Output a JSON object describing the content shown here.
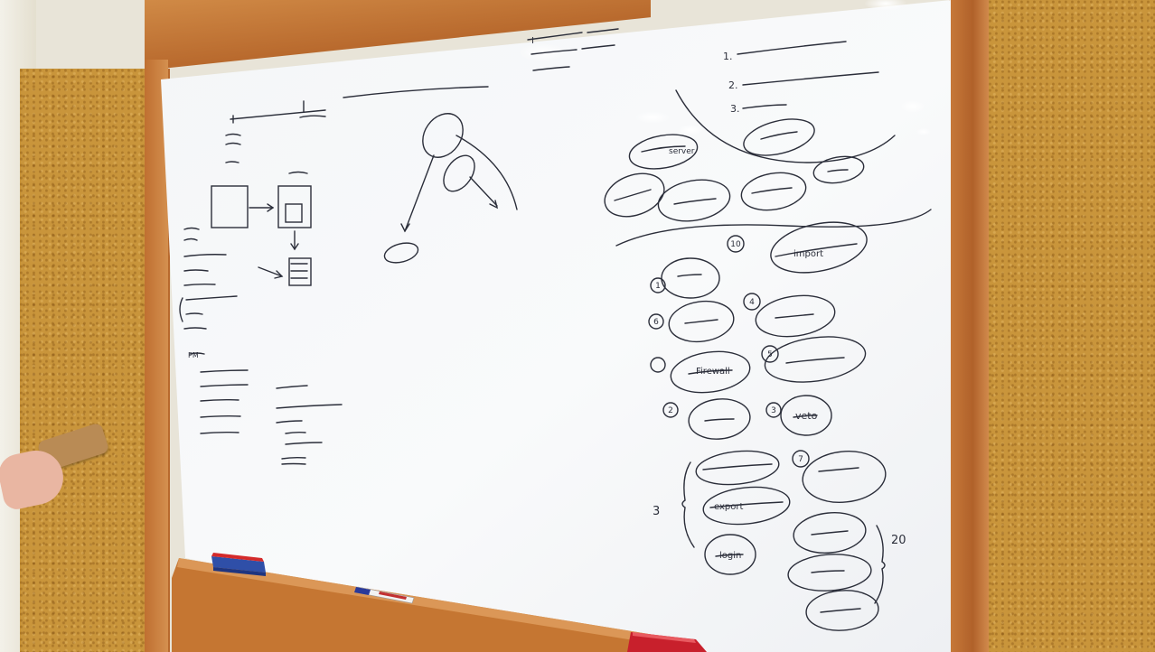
{
  "scene": "Whiteboard in a meeting room with handwritten planning notes",
  "colors": {
    "board": "#fbfcfd",
    "frame": "#c67a3c",
    "cork": "#c9953b",
    "ink": "#2b2e3a",
    "eraser_blue": "#2f4fa8",
    "eraser_red": "#c8202c",
    "marker": "#2a3a9a"
  },
  "icons": [
    "whiteboard-eraser-icon",
    "marker-pen-icon",
    "eraser-red-icon"
  ],
  "notes": {
    "list_item_1": "1.",
    "list_item_2": "2.",
    "list_item_3": "3.",
    "count_20": "20",
    "count_3": "3",
    "item_server": "server",
    "item_import": "import",
    "item_firewall": "Firewall",
    "item_export": "export",
    "item_login": "login",
    "item_veto": "veto",
    "badge_1": "1",
    "badge_2": "2",
    "badge_3": "3",
    "badge_4": "4",
    "badge_5": "5",
    "badge_6": "6",
    "badge_7": "7",
    "badge_10": "10",
    "left_top_label": "I",
    "left_list_title": "PM"
  }
}
